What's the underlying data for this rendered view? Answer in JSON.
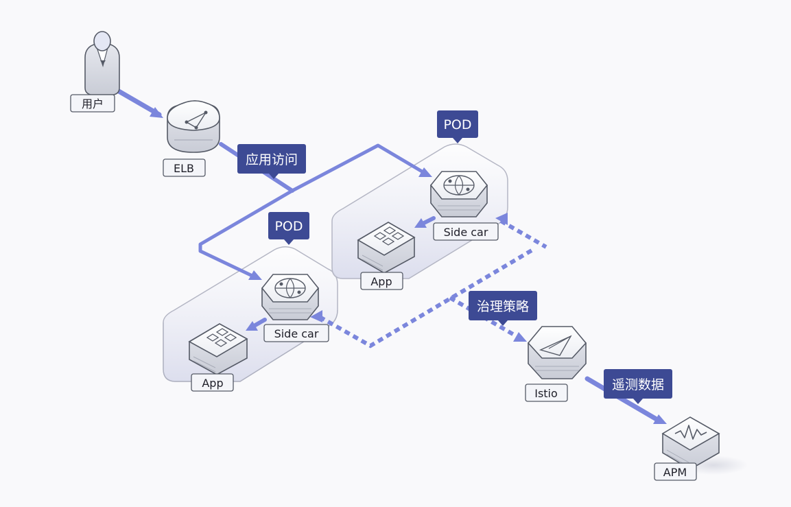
{
  "diagram": {
    "nodes": {
      "user": {
        "label": "用户",
        "icon": "user-icon"
      },
      "elb": {
        "label": "ELB",
        "icon": "load-balancer-icon"
      },
      "sidecar_left": {
        "label": "Side car",
        "icon": "globe-icon"
      },
      "app_left": {
        "label": "App",
        "icon": "app-grid-icon"
      },
      "sidecar_right": {
        "label": "Side car",
        "icon": "globe-icon"
      },
      "app_right": {
        "label": "App",
        "icon": "app-grid-icon"
      },
      "istio": {
        "label": "Istio",
        "icon": "istio-sail-icon"
      },
      "apm": {
        "label": "APM",
        "icon": "apm-wave-icon"
      }
    },
    "callouts": {
      "pod_left": "POD",
      "pod_right": "POD",
      "app_access": "应用访问",
      "governance": "治理策略",
      "telemetry": "遥测数据"
    },
    "colors": {
      "flow": "#7b86dc",
      "callout": "#3d4a94",
      "pod_border": "#b4b6c4"
    }
  }
}
